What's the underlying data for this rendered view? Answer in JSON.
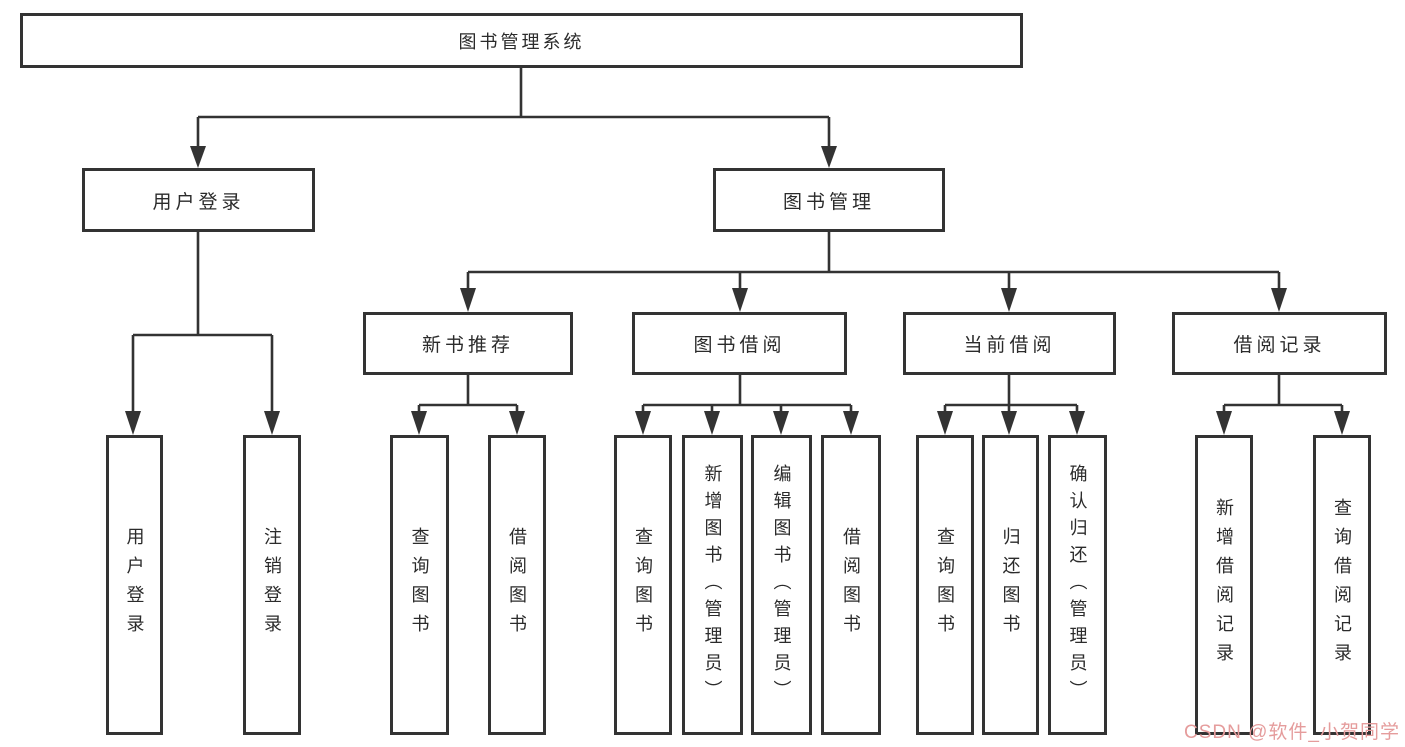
{
  "tree": {
    "label": "图书管理系统",
    "children": [
      {
        "label": "用户登录",
        "children": [
          {
            "label": "用户登录"
          },
          {
            "label": "注销登录"
          }
        ]
      },
      {
        "label": "图书管理",
        "children": [
          {
            "label": "新书推荐",
            "children": [
              {
                "label": "查询图书"
              },
              {
                "label": "借阅图书"
              }
            ]
          },
          {
            "label": "图书借阅",
            "children": [
              {
                "label": "查询图书"
              },
              {
                "label": "新增图书（管理员）"
              },
              {
                "label": "编辑图书（管理员）"
              },
              {
                "label": "借阅图书"
              }
            ]
          },
          {
            "label": "当前借阅",
            "children": [
              {
                "label": "查询图书"
              },
              {
                "label": "归还图书"
              },
              {
                "label": "确认归还（管理员）"
              }
            ]
          },
          {
            "label": "借阅记录",
            "children": [
              {
                "label": "新增借阅记录"
              },
              {
                "label": "查询借阅记录"
              }
            ]
          }
        ]
      }
    ]
  },
  "watermark": {
    "text": "CSDN @软件_小贺同学"
  },
  "colors": {
    "line": "#333333",
    "box_border": "#333333",
    "text": "#2b2b2b",
    "watermark": "#e59c9c",
    "background": "#ffffff"
  }
}
